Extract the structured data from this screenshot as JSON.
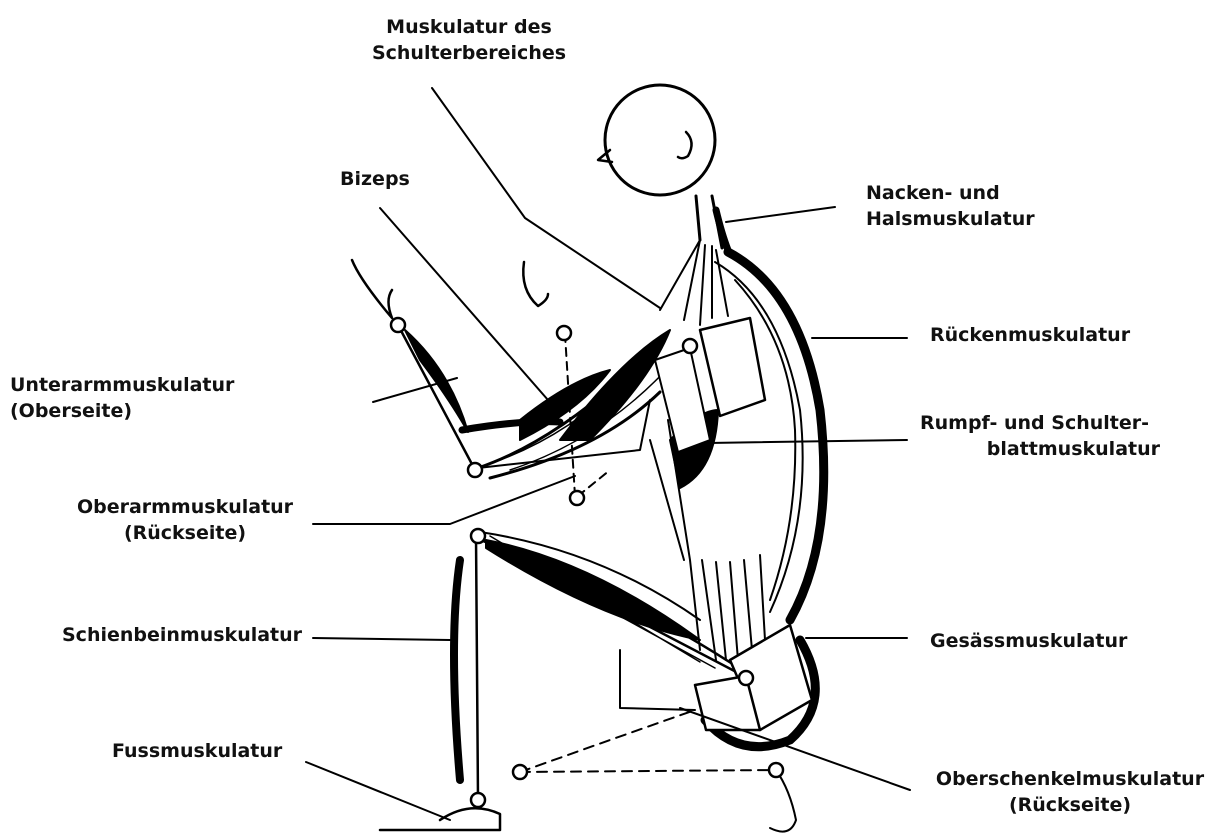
{
  "labels": {
    "shoulder": [
      "Muskulatur des",
      "Schulterbereiches"
    ],
    "biceps": "Bizeps",
    "neck": [
      "Nacken- und",
      "Halsmuskulatur"
    ],
    "back": "Rückenmuskulatur",
    "forearm": [
      "Unterarmmuskulatur",
      "(Oberseite)"
    ],
    "trunk": [
      "Rumpf- und Schulter-",
      "blattmuskulatur"
    ],
    "upperarm": [
      "Oberarmmuskulatur",
      "(Rückseite)"
    ],
    "shin": "Schienbeinmuskulatur",
    "glutes": "Gesässmuskulatur",
    "foot": "Fussmuskulatur",
    "thigh": [
      "Oberschenkelmuskulatur",
      "(Rückseite)"
    ]
  }
}
